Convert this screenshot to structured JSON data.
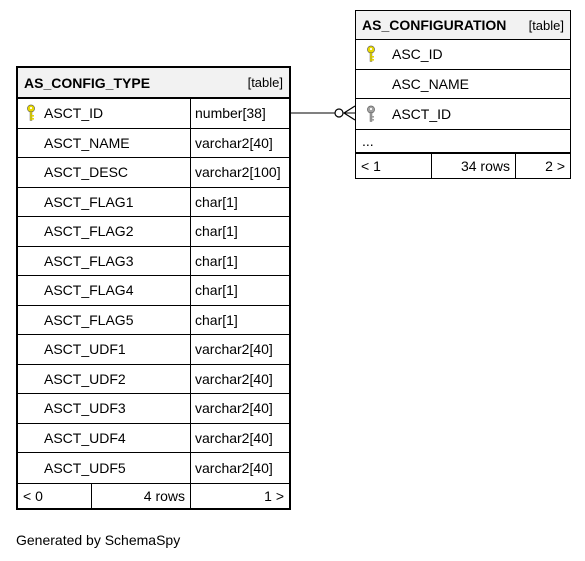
{
  "main_table": {
    "name": "AS_CONFIG_TYPE",
    "kind": "[table]",
    "columns": [
      {
        "name": "ASCT_ID",
        "type": "number[38]",
        "key": "primary"
      },
      {
        "name": "ASCT_NAME",
        "type": "varchar2[40]"
      },
      {
        "name": "ASCT_DESC",
        "type": "varchar2[100]"
      },
      {
        "name": "ASCT_FLAG1",
        "type": "char[1]"
      },
      {
        "name": "ASCT_FLAG2",
        "type": "char[1]"
      },
      {
        "name": "ASCT_FLAG3",
        "type": "char[1]"
      },
      {
        "name": "ASCT_FLAG4",
        "type": "char[1]"
      },
      {
        "name": "ASCT_FLAG5",
        "type": "char[1]"
      },
      {
        "name": "ASCT_UDF1",
        "type": "varchar2[40]"
      },
      {
        "name": "ASCT_UDF2",
        "type": "varchar2[40]"
      },
      {
        "name": "ASCT_UDF3",
        "type": "varchar2[40]"
      },
      {
        "name": "ASCT_UDF4",
        "type": "varchar2[40]"
      },
      {
        "name": "ASCT_UDF5",
        "type": "varchar2[40]"
      }
    ],
    "footer": {
      "parents": "< 0",
      "rows": "4 rows",
      "children": "1 >"
    }
  },
  "ref_table": {
    "name": "AS_CONFIGURATION",
    "kind": "[table]",
    "columns": [
      {
        "name": "ASC_ID",
        "key": "primary"
      },
      {
        "name": "ASC_NAME"
      },
      {
        "name": "ASCT_ID",
        "key": "foreign"
      }
    ],
    "ellipsis": "...",
    "footer": {
      "parents": "< 1",
      "rows": "34 rows",
      "children": "2 >"
    }
  },
  "footer_text": "Generated by SchemaSpy",
  "colors": {
    "primary_key": "#e8d800",
    "foreign_key": "#a0a0a0",
    "header_bg": "#f2f2f2"
  }
}
